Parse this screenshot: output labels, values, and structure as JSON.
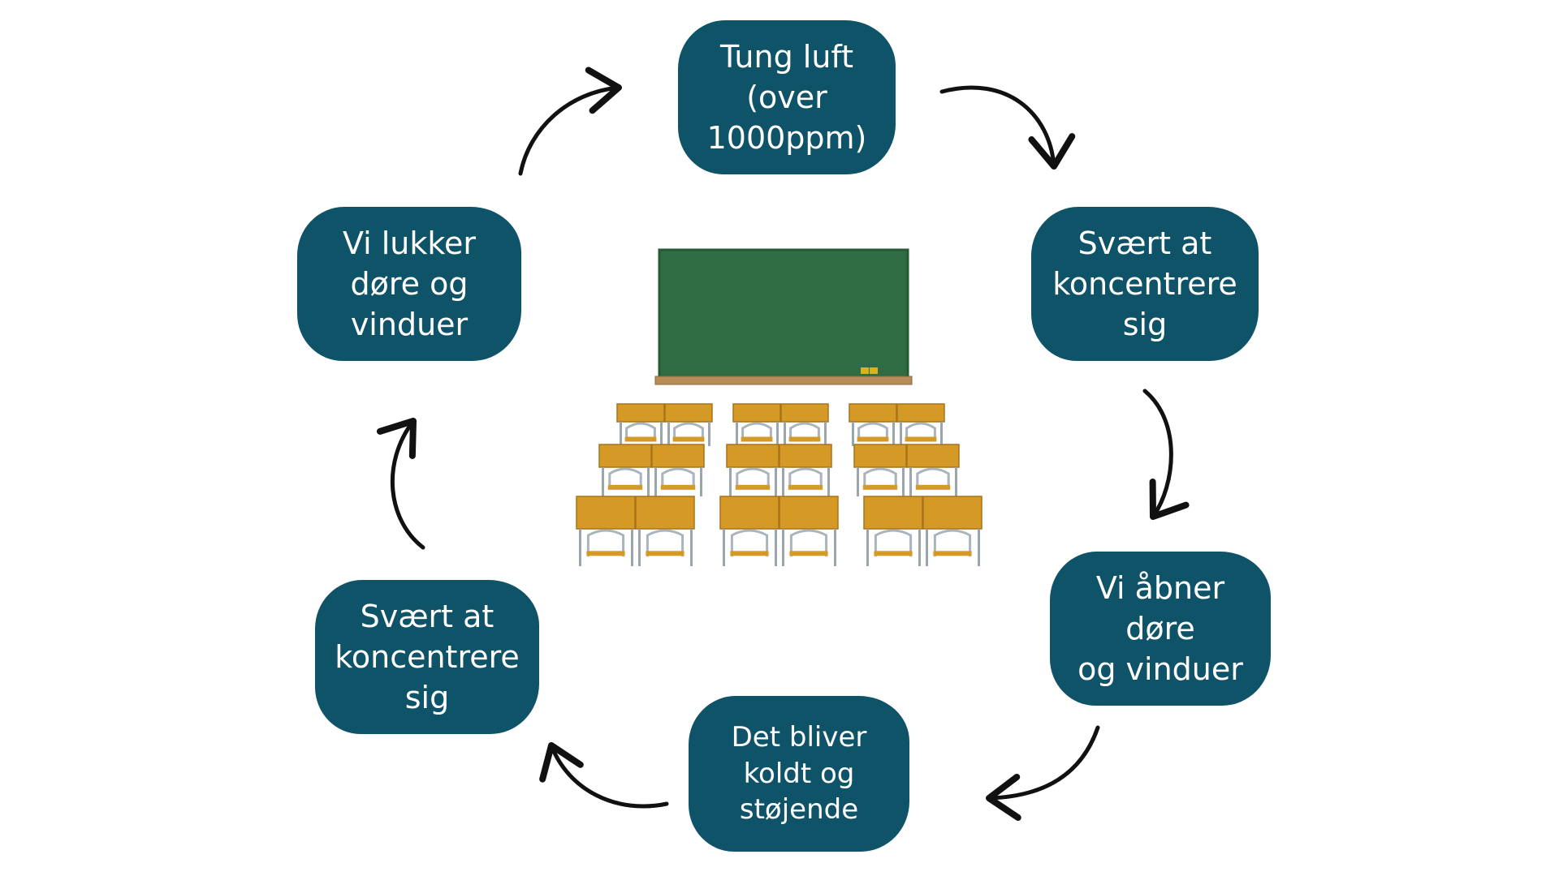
{
  "diagram": {
    "nodes": [
      {
        "id": "top",
        "text": "Tung luft\n(over 1000ppm)"
      },
      {
        "id": "right-upper",
        "text": "Svært at\nkoncentrere\nsig"
      },
      {
        "id": "right-lower",
        "text": "Vi åbner døre\nog vinduer"
      },
      {
        "id": "bottom",
        "text": "Det bliver\nkoldt og\nstøjende"
      },
      {
        "id": "left-lower",
        "text": "Svært at\nkoncentrere\nsig"
      },
      {
        "id": "left-upper",
        "text": "Vi lukker\ndøre og\nvinduer"
      }
    ],
    "edges": [
      {
        "from": "top",
        "to": "right-upper"
      },
      {
        "from": "right-upper",
        "to": "right-lower"
      },
      {
        "from": "right-lower",
        "to": "bottom"
      },
      {
        "from": "bottom",
        "to": "left-lower"
      },
      {
        "from": "left-lower",
        "to": "left-upper"
      },
      {
        "from": "left-upper",
        "to": "top"
      }
    ],
    "colors": {
      "node_fill": "#0f5369",
      "node_text": "#ffffff",
      "arrow": "#111111",
      "blackboard": "#2f6b43",
      "desk": "#d59a25"
    },
    "center_image": "classroom-illustration"
  }
}
